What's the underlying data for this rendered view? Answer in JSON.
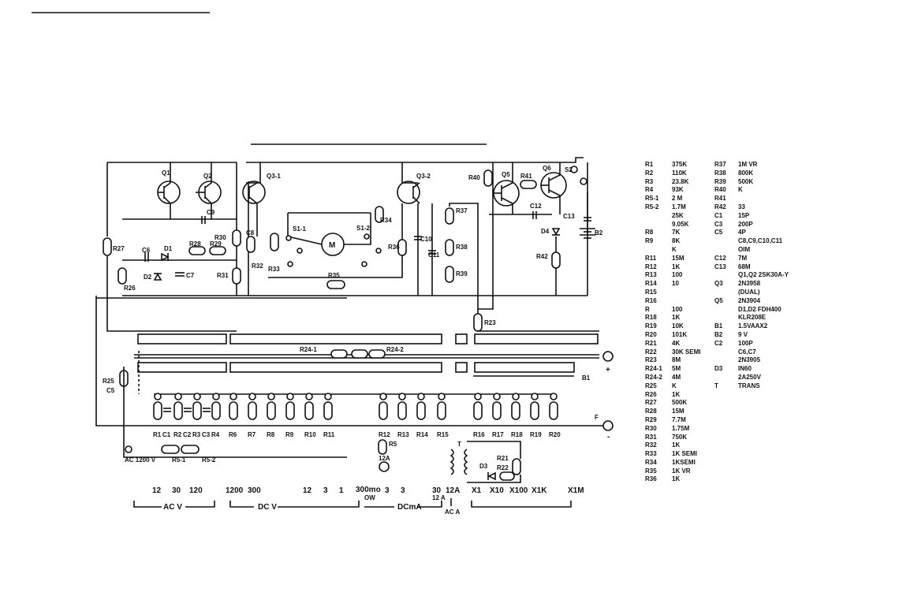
{
  "schematic": {
    "transistors": [
      "Q1",
      "Q2",
      "Q3-1",
      "Q3-2",
      "Q5",
      "Q6"
    ],
    "resistor_labels": [
      "R27",
      "R26",
      "R28",
      "R29",
      "R30",
      "R31",
      "R32",
      "R33",
      "R34",
      "R35",
      "R36",
      "R37",
      "R38",
      "R39",
      "R40",
      "R41",
      "R42",
      "R23",
      "R25"
    ],
    "capacitor_labels": [
      "C6",
      "C7",
      "C8",
      "C9",
      "C10",
      "C11",
      "C12",
      "C13",
      "C5"
    ],
    "diode_labels": [
      "D1",
      "D2",
      "D3",
      "D4"
    ],
    "switch_labels": [
      "S1-1",
      "S1-2",
      "S2"
    ],
    "battery_labels": [
      "B1",
      "B2"
    ],
    "meter_label": "M",
    "r24": [
      "R24-1",
      "R24-2"
    ],
    "bottom_row": [
      "R1",
      "C1",
      "R2",
      "C2",
      "R3",
      "C3",
      "R4",
      "R6",
      "R7",
      "R8",
      "R9",
      "R10",
      "R11",
      "R12",
      "R13",
      "R14",
      "R15",
      "R16",
      "R17",
      "R18",
      "R19",
      "R20"
    ],
    "ac_chain": [
      "AC 1200 V",
      "R5-1",
      "R5-2"
    ],
    "misc": [
      "R5",
      "12A",
      "T",
      "R21",
      "R22",
      "F",
      "+",
      "-"
    ],
    "plus": "+",
    "minus": "-"
  },
  "ranges": {
    "acv_values": [
      "12",
      "30",
      "120"
    ],
    "acv_label": "AC V",
    "dcv_values": [
      "1200",
      "300",
      "12",
      "3",
      "1"
    ],
    "dcv_label": "DC V",
    "ohm_label": "300mo",
    "ohm_sub": "OW",
    "dcma_values": [
      "3",
      "3"
    ],
    "dcma_label": "DCmA",
    "dcma_12a": "30",
    "dcma_12a_sub": "12 A",
    "aca_12a": "12A",
    "aca_label": "AC A",
    "resist_values": [
      "X1",
      "X10",
      "X100",
      "X1K",
      "X1M"
    ]
  },
  "parts_col1": [
    {
      "ref": "R1",
      "val": "375K"
    },
    {
      "ref": "R2",
      "val": "110K"
    },
    {
      "ref": "R3",
      "val": "23.8K"
    },
    {
      "ref": "R4",
      "val": "93K"
    },
    {
      "ref": "R5-1",
      "val": "2 M"
    },
    {
      "ref": "R5-2",
      "val": "1.7M"
    },
    {
      "ref": "",
      "val": "25K"
    },
    {
      "ref": "",
      "val": "9.05K"
    },
    {
      "ref": "R8",
      "val": "7K"
    },
    {
      "ref": "R9",
      "val": "8K"
    },
    {
      "ref": "",
      "val": "K"
    },
    {
      "ref": "R11",
      "val": "15M"
    },
    {
      "ref": "R12",
      "val": "1K"
    },
    {
      "ref": "R13",
      "val": "100"
    },
    {
      "ref": "R14",
      "val": "10"
    },
    {
      "ref": "R15",
      "val": ""
    },
    {
      "ref": "R16",
      "val": ""
    },
    {
      "ref": "R",
      "val": "100"
    },
    {
      "ref": "R18",
      "val": "1K"
    },
    {
      "ref": "R19",
      "val": "10K"
    },
    {
      "ref": "R20",
      "val": "101K"
    },
    {
      "ref": "R21",
      "val": "4K"
    },
    {
      "ref": "R22",
      "val": "30K SEMI"
    },
    {
      "ref": "R23",
      "val": "8M"
    },
    {
      "ref": "R24-1",
      "val": "5M"
    },
    {
      "ref": "R24-2",
      "val": "4M"
    },
    {
      "ref": "R25",
      "val": "K"
    },
    {
      "ref": "R26",
      "val": "1K"
    },
    {
      "ref": "R27",
      "val": "500K"
    },
    {
      "ref": "R28",
      "val": "15M"
    },
    {
      "ref": "R29",
      "val": "7.7M"
    },
    {
      "ref": "R30",
      "val": "1.75M"
    },
    {
      "ref": "R31",
      "val": "750K"
    },
    {
      "ref": "R32",
      "val": "1K"
    },
    {
      "ref": "R33",
      "val": "1K SEMI"
    },
    {
      "ref": "R34",
      "val": "1KSEMI"
    },
    {
      "ref": "R35",
      "val": "1K VR"
    },
    {
      "ref": "R36",
      "val": "1K"
    }
  ],
  "parts_col2": [
    {
      "ref": "R37",
      "val": "1M VR"
    },
    {
      "ref": "R38",
      "val": "800K"
    },
    {
      "ref": "R39",
      "val": "500K"
    },
    {
      "ref": "R40",
      "val": "K"
    },
    {
      "ref": "R41",
      "val": ""
    },
    {
      "ref": "R42",
      "val": "33"
    },
    {
      "ref": "C1",
      "val": "15P"
    },
    {
      "ref": "C3",
      "val": "200P"
    },
    {
      "ref": "C5",
      "val": "4P"
    },
    {
      "ref": "",
      "val": "C8,C9,C10,C11"
    },
    {
      "ref": "",
      "val": "OIM"
    },
    {
      "ref": "C12",
      "val": "7M"
    },
    {
      "ref": "C13",
      "val": "68M"
    },
    {
      "ref": "",
      "val": "Q1,Q2 2SK30A-Y"
    },
    {
      "ref": "Q3",
      "val": "2N3958"
    },
    {
      "ref": "",
      "val": "(DUAL)"
    },
    {
      "ref": "Q5",
      "val": "2N3904"
    },
    {
      "ref": "",
      "val": "D1,D2 FDH400"
    },
    {
      "ref": "",
      "val": "KLR208E"
    },
    {
      "ref": "B1",
      "val": "1.5VAAX2"
    },
    {
      "ref": "B2",
      "val": "9 V"
    },
    {
      "ref": "C2",
      "val": "100P"
    },
    {
      "ref": "",
      "val": "C6,C7"
    },
    {
      "ref": "",
      "val": "2N3905"
    },
    {
      "ref": "D3",
      "val": "IN60"
    },
    {
      "ref": "",
      "val": "2A250V"
    },
    {
      "ref": "T",
      "val": "TRANS"
    }
  ]
}
